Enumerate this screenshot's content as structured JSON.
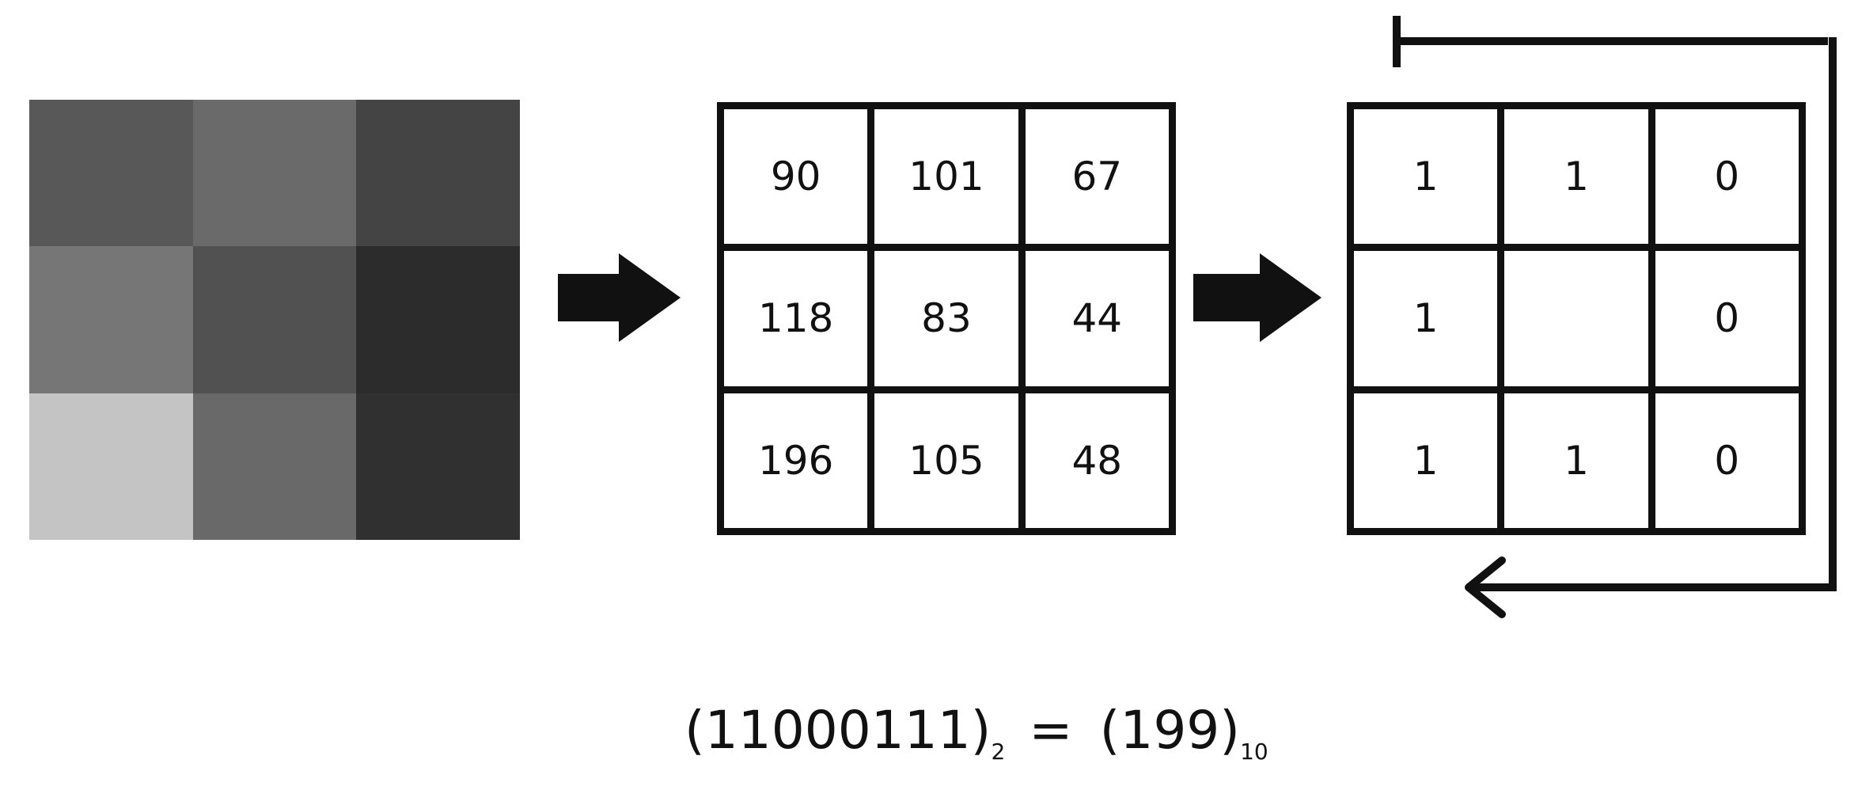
{
  "pixel_patch": {
    "rows": [
      [
        {
          "color": "#585858"
        },
        {
          "color": "#6a6a6a"
        },
        {
          "color": "#444444"
        }
      ],
      [
        {
          "color": "#767676"
        },
        {
          "color": "#515151"
        },
        {
          "color": "#2c2c2c"
        }
      ],
      [
        {
          "color": "#c4c4c4"
        },
        {
          "color": "#696969"
        },
        {
          "color": "#303030"
        }
      ]
    ]
  },
  "intensity_grid": {
    "cells": [
      "90",
      "101",
      "67",
      "118",
      "83",
      "44",
      "196",
      "105",
      "48"
    ]
  },
  "binary_grid": {
    "cells": [
      "1",
      "1",
      "0",
      "1",
      "",
      "0",
      "1",
      "1",
      "0"
    ]
  },
  "formula": {
    "binary_value": "(11000111)",
    "binary_base": "2",
    "equals": "=",
    "decimal_value": "(199)",
    "decimal_base": "10"
  },
  "colors": {
    "line": "#111111",
    "background": "#ffffff"
  }
}
